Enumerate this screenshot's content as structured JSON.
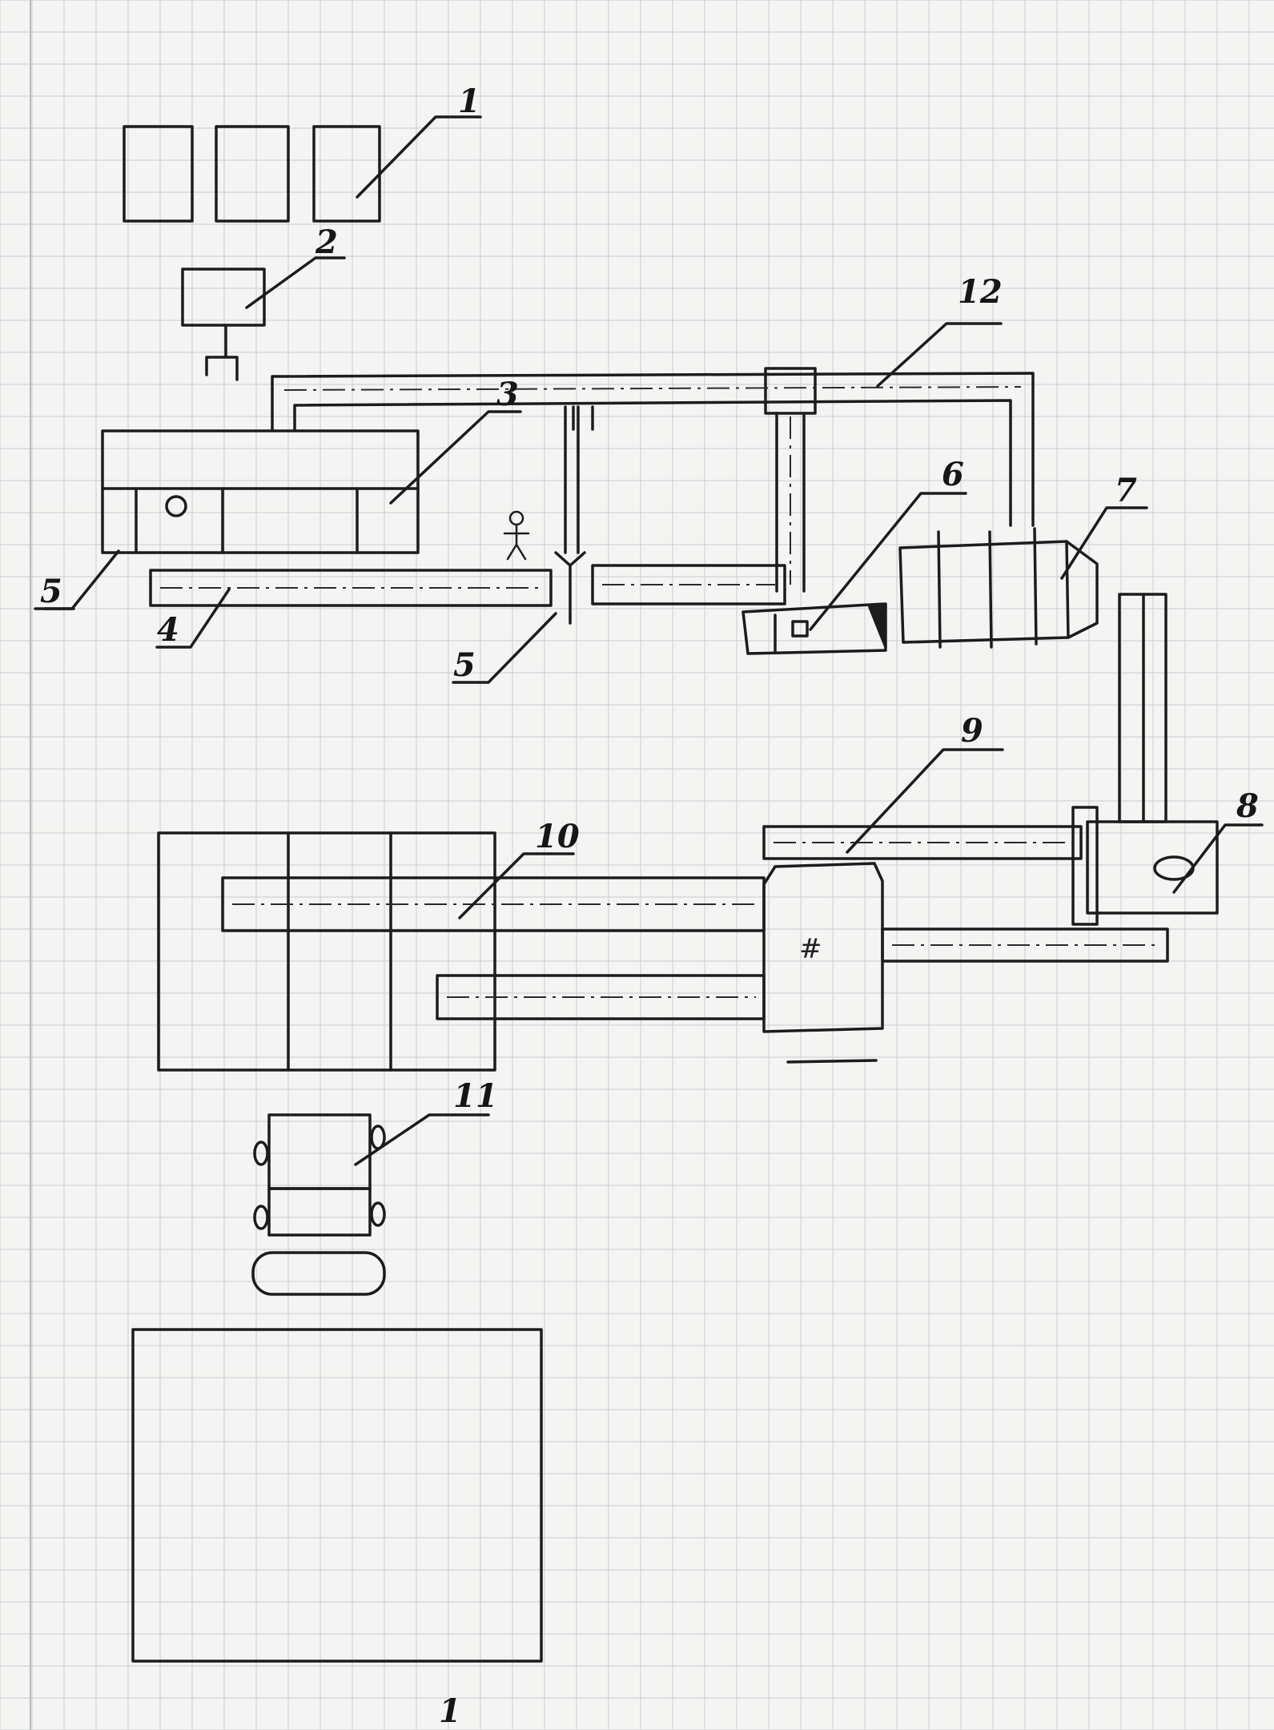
{
  "colors": {
    "paper": "#f4f4f2",
    "grid": "#c9ccd0",
    "ink": "#1c1c1c"
  },
  "labels": {
    "l1": "1",
    "l2": "2",
    "l3": "3",
    "l4": "4",
    "l5_left": "5",
    "l5_mid": "5",
    "l6": "6",
    "l7": "7",
    "l8": "8",
    "l9": "9",
    "l10": "10",
    "l11": "11",
    "l12": "12"
  },
  "marks": {
    "hash_symbol": "#"
  },
  "page_number": "1"
}
